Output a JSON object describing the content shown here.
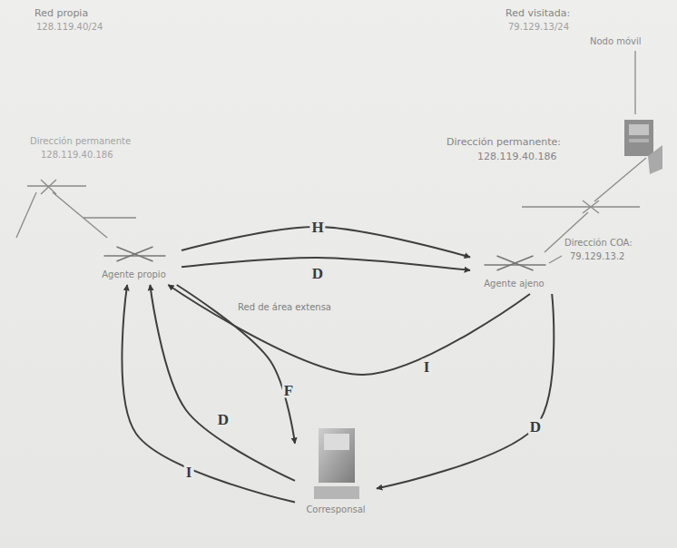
{
  "diagram": {
    "nodes": [
      {
        "text": [
          "Agente propio"
        ]
      },
      {
        "text": [
          "Agente ajeno"
        ]
      },
      {
        "text": [
          "Corresponsal"
        ]
      }
    ],
    "edges": [
      {
        "from": 0,
        "to": 1,
        "label": "H",
        "arrow": "to"
      },
      {
        "from": 0,
        "to": 1,
        "label": "D",
        "arrow": "to"
      },
      {
        "from": 1,
        "to": 0,
        "label": "I",
        "arrow": "to"
      },
      {
        "from": 1,
        "to": 2,
        "label": "D",
        "arrow": "to"
      },
      {
        "from": 2,
        "to": 0,
        "label": "I",
        "arrow": "to"
      },
      {
        "from": 2,
        "to": 0,
        "label": "D",
        "arrow": "to"
      },
      {
        "from": 0,
        "to": 2,
        "label": "F",
        "arrow": "to"
      }
    ],
    "labels": [
      "Red propia",
      "128.119.40/24",
      "Red visitada:",
      "79.129.13/24",
      "Nodo móvil",
      "Dirección permanente",
      "128.119.40.186",
      "Dirección permanente:",
      "128.119.40.186",
      "Dirección COA:",
      "79.129.13.2",
      "Red de área extensa"
    ]
  }
}
